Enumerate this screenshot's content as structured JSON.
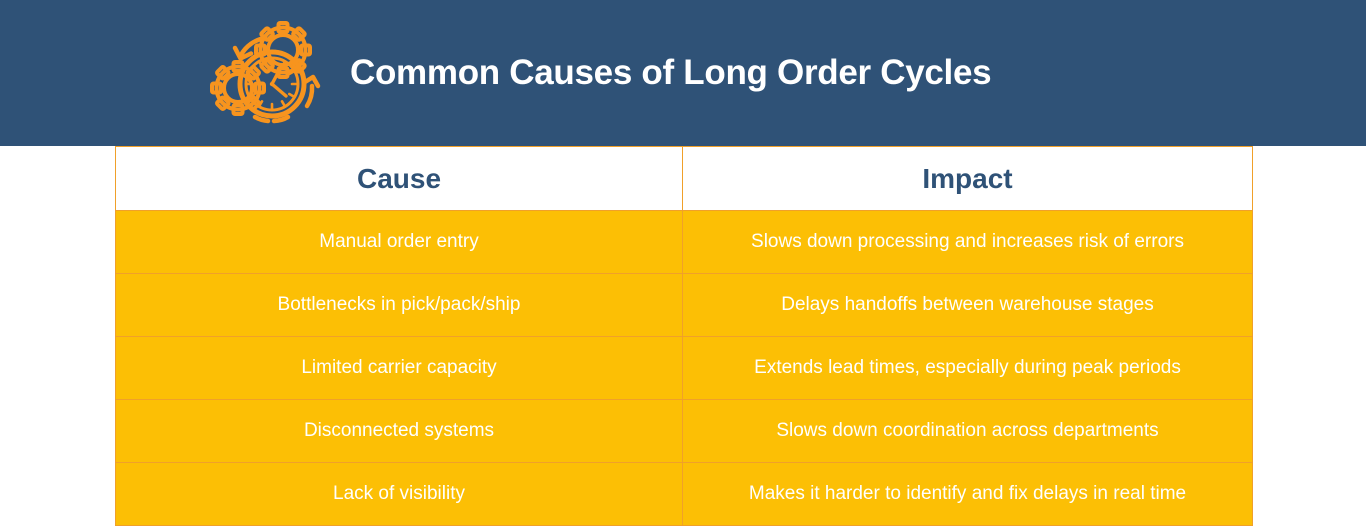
{
  "banner": {
    "title": "Common Causes of Long Order Cycles",
    "icon": "gears-clock-cycle-icon",
    "background_color": "#2F5277",
    "icon_color": "#F7941E",
    "title_color": "#FFFFFF"
  },
  "table": {
    "columns": [
      "Cause",
      "Impact"
    ],
    "border_color": "#F0A02A",
    "header_text_color": "#2F5277",
    "header_background": "#FFFFFF",
    "row_background": "#FCBF05",
    "row_text_color": "#FFFFFF",
    "rows": [
      {
        "cause": "Manual order entry",
        "impact": "Slows down processing and increases risk of errors"
      },
      {
        "cause": "Bottlenecks in pick/pack/ship",
        "impact": "Delays handoffs between warehouse stages"
      },
      {
        "cause": "Limited carrier capacity",
        "impact": "Extends lead times, especially during peak periods"
      },
      {
        "cause": "Disconnected systems",
        "impact": "Slows down coordination across departments"
      },
      {
        "cause": "Lack of visibility",
        "impact": "Makes it harder to identify and fix delays in real time"
      }
    ]
  }
}
